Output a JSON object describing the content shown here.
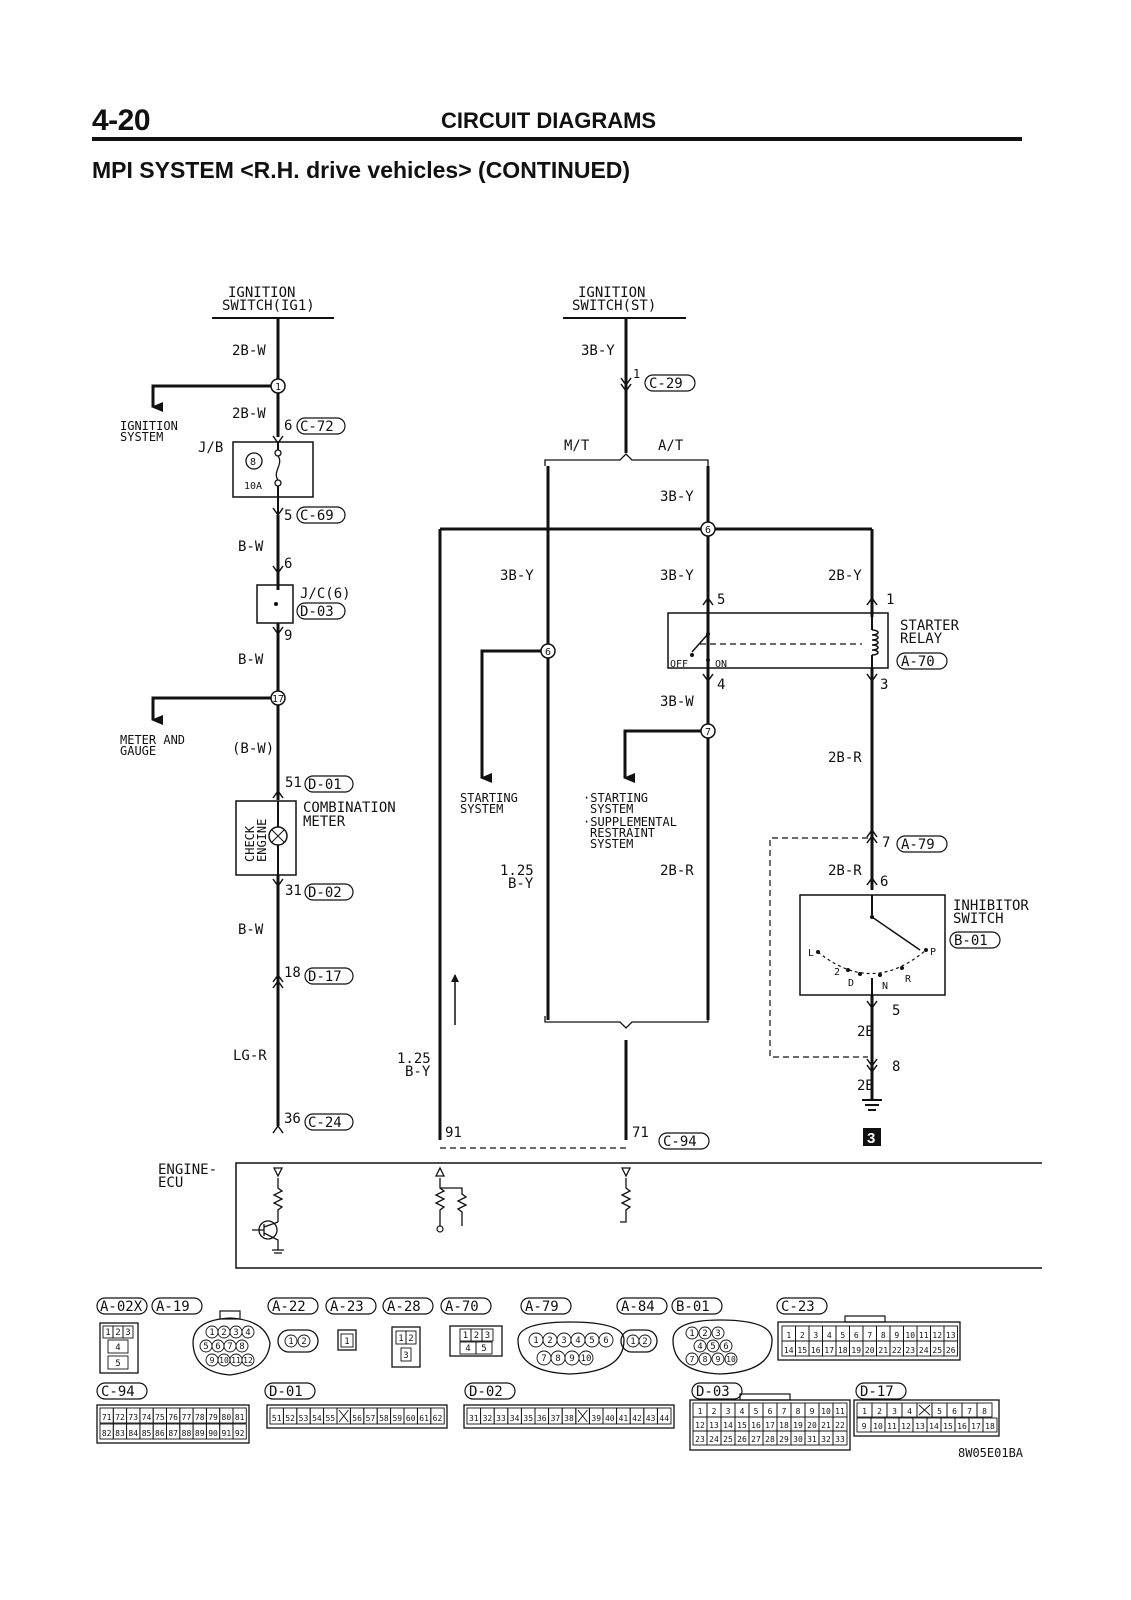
{
  "header": {
    "page_number": "4-20",
    "title": "CIRCUIT DIAGRAMS",
    "subtitle": "MPI SYSTEM <R.H. drive vehicles> (CONTINUED)"
  },
  "diagram": {
    "sources": {
      "ig1_line1": "IGNITION",
      "ig1_line2": "SWITCH(IG1)",
      "st_line1": "IGNITION",
      "st_line2": "SWITCH(ST)"
    },
    "wires": {
      "w_2bw_top": "2B-W",
      "w_2bw_2": "2B-W",
      "w_bw_1": "B-W",
      "w_bw_2": "B-W",
      "w_bw_paren": "(B-W)",
      "w_bw_3": "B-W",
      "w_lgr": "LG-R",
      "w_3by_top": "3B-Y",
      "w_3by_at": "3B-Y",
      "w_3by_mt": "3B-Y",
      "w_3by_relay": "3B-Y",
      "w_2by": "2B-Y",
      "w_3bw": "3B-W",
      "w_2br_1": "2B-R",
      "w_2br_2": "2B-R",
      "w_2br_3": "2B-R",
      "w_125_a1": "1.25",
      "w_125_a2": "B-Y",
      "w_125_b1": "1.25",
      "w_125_b2": "B-Y",
      "w_2b_1": "2B",
      "w_2b_2": "2B",
      "mt": "M/T",
      "at": "A/T"
    },
    "branches": {
      "ignition_system_1": "IGNITION",
      "ignition_system_2": "SYSTEM",
      "meter_gauge_1": "METER AND",
      "meter_gauge_2": "GAUGE",
      "starting_system_1": "STARTING",
      "starting_system_2": "SYSTEM",
      "srs_1": "·STARTING",
      "srs_2": "SYSTEM",
      "srs_3": "·SUPPLEMENTAL",
      "srs_4": "RESTRAINT",
      "srs_5": "SYSTEM"
    },
    "components": {
      "jb": "J/B",
      "fuse_num": "8",
      "fuse_amp": "10A",
      "jc_1": "J/C(6)",
      "comb_1": "COMBINATION",
      "comb_2": "METER",
      "check_1": "CHECK",
      "check_2": "ENGINE",
      "starter_1": "STARTER",
      "starter_2": "RELAY",
      "relay_off": "OFF",
      "relay_on": "ON",
      "inhibitor_1": "INHIBITOR",
      "inhibitor_2": "SWITCH",
      "sw_L": "L",
      "sw_2": "2",
      "sw_D": "D",
      "sw_N": "N",
      "sw_R": "R",
      "sw_P": "P",
      "ecu_1": "ENGINE-",
      "ecu_2": "ECU",
      "ground_num": "3"
    },
    "junctions": {
      "j1": "1",
      "j17": "17",
      "j6a": "6",
      "j6b": "6",
      "j7": "7"
    },
    "pins": {
      "p1": "1",
      "p6": "6",
      "p5": "5",
      "p6b": "6",
      "p9": "9",
      "p51": "51",
      "p31": "31",
      "p18": "18",
      "p36": "36",
      "p5r": "5",
      "p1r": "1",
      "p4r": "4",
      "p3r": "3",
      "p7i": "7",
      "p6i": "6",
      "p5i": "5",
      "p8i": "8",
      "p91": "91",
      "p71": "71"
    },
    "connector_labels": {
      "c29": "C-29",
      "c72": "C-72",
      "c69": "C-69",
      "d03": "D-03",
      "d01": "D-01",
      "d02": "D-02",
      "d17": "D-17",
      "c24": "C-24",
      "a70": "A-70",
      "a79": "A-79",
      "b01": "B-01",
      "c94": "C-94"
    }
  },
  "connector_views": {
    "labels": [
      "A-02X",
      "A-19",
      "A-22",
      "A-23",
      "A-28",
      "A-70",
      "A-79",
      "A-84",
      "B-01",
      "C-23",
      "C-94",
      "D-01",
      "D-02",
      "D-03",
      "D-17"
    ],
    "a02x": [
      "1",
      "2",
      "3",
      "4",
      "5"
    ],
    "a19": [
      "1",
      "2",
      "3",
      "4",
      "5",
      "6",
      "7",
      "8",
      "9",
      "10",
      "11",
      "12"
    ],
    "a22": [
      "1",
      "2"
    ],
    "a23": [
      "1"
    ],
    "a28": [
      "1",
      "2",
      "3"
    ],
    "a70": [
      "1",
      "2",
      "3",
      "4",
      "5"
    ],
    "a79": [
      "1",
      "2",
      "3",
      "4",
      "5",
      "6",
      "7",
      "8",
      "9",
      "10"
    ],
    "a84": [
      "1",
      "2"
    ],
    "b01": [
      "1",
      "2",
      "3",
      "4",
      "5",
      "6",
      "7",
      "8",
      "9",
      "10"
    ],
    "c23_row1": [
      "1",
      "2",
      "3",
      "4",
      "5",
      "6",
      "7",
      "8",
      "9",
      "10",
      "11",
      "12",
      "13"
    ],
    "c23_row2": [
      "14",
      "15",
      "16",
      "17",
      "18",
      "19",
      "20",
      "21",
      "22",
      "23",
      "24",
      "25",
      "26"
    ],
    "c94_row1": [
      "71",
      "72",
      "73",
      "74",
      "75",
      "76",
      "77",
      "78",
      "79",
      "80",
      "81"
    ],
    "c94_row2": [
      "82",
      "83",
      "84",
      "85",
      "86",
      "87",
      "88",
      "89",
      "90",
      "91",
      "92"
    ],
    "d01_row": [
      "51",
      "52",
      "53",
      "54",
      "55",
      "X",
      "56",
      "57",
      "58",
      "59",
      "60",
      "61",
      "62"
    ],
    "d02_row": [
      "31",
      "32",
      "33",
      "34",
      "35",
      "36",
      "37",
      "38",
      "X",
      "39",
      "40",
      "41",
      "42",
      "43",
      "44"
    ],
    "d03_row1": [
      "1",
      "2",
      "3",
      "4",
      "5",
      "6",
      "7",
      "8",
      "9",
      "10",
      "11"
    ],
    "d03_row2": [
      "12",
      "13",
      "14",
      "15",
      "16",
      "17",
      "18",
      "19",
      "20",
      "21",
      "22"
    ],
    "d03_row3": [
      "23",
      "24",
      "25",
      "26",
      "27",
      "28",
      "29",
      "30",
      "31",
      "32",
      "33"
    ],
    "d17_row1": [
      "1",
      "2",
      "3",
      "4",
      "X",
      "5",
      "6",
      "7",
      "8"
    ],
    "d17_row2": [
      "9",
      "10",
      "11",
      "12",
      "13",
      "14",
      "15",
      "16",
      "17",
      "18"
    ]
  },
  "figure_code": "8W05E01BA"
}
